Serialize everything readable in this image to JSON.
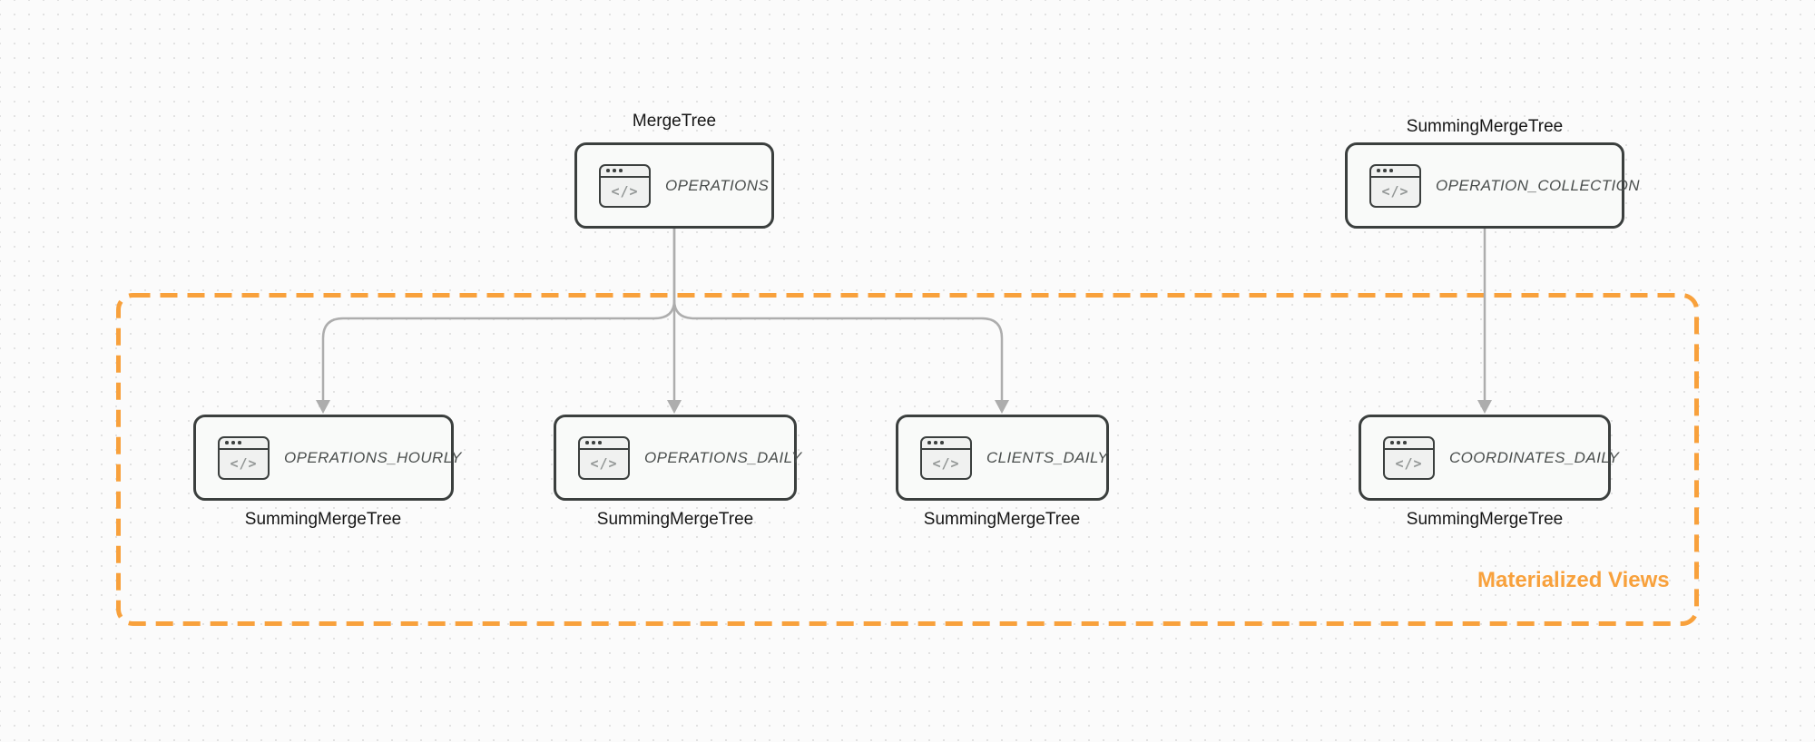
{
  "diagram": {
    "group": {
      "label": "Materialized Views"
    },
    "nodes": [
      {
        "id": "operations",
        "title": "OPERATIONS",
        "engine": "MergeTree"
      },
      {
        "id": "operation-collection",
        "title": "OPERATION_COLLECTION",
        "engine": "SummingMergeTree"
      },
      {
        "id": "operations-hourly",
        "title": "OPERATIONS_HOURLY",
        "engine": "SummingMergeTree"
      },
      {
        "id": "operations-daily",
        "title": "OPERATIONS_DAILY",
        "engine": "SummingMergeTree"
      },
      {
        "id": "clients-daily",
        "title": "CLIENTS_DAILY",
        "engine": "SummingMergeTree"
      },
      {
        "id": "coordinates-daily",
        "title": "COORDINATES_DAILY",
        "engine": "SummingMergeTree"
      }
    ],
    "icon": {
      "name": "code-window-icon",
      "glyph": "</>"
    },
    "colors": {
      "accent_orange": "#F8A13C",
      "edge_gray": "#ADADAD",
      "node_border": "#3B3F3E",
      "node_fill": "#F9FAF9",
      "canvas_bg": "#FBFBFB",
      "dot_grid": "#E2E2E2"
    }
  }
}
